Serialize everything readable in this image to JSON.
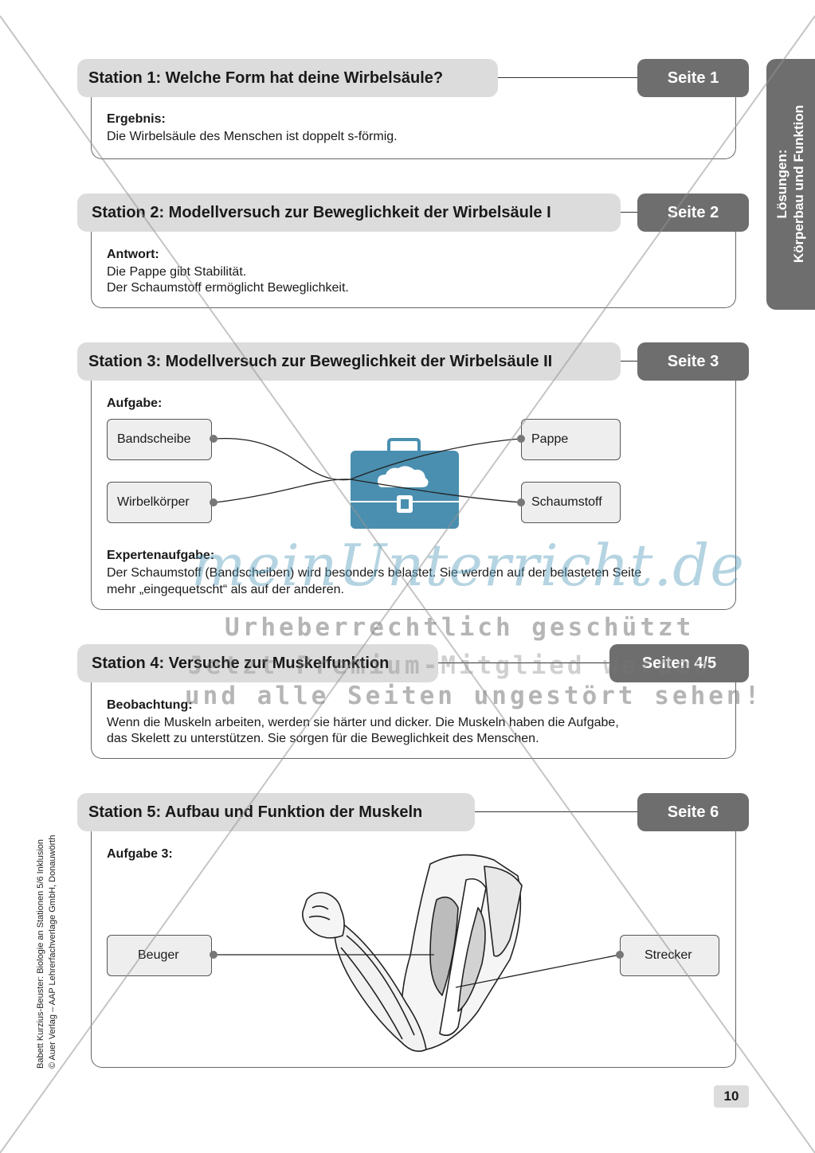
{
  "sidebar_tab": {
    "line1": "Lösungen:",
    "line2": "Körperbau und Funktion"
  },
  "stations": [
    {
      "title": "Station 1: Welche Form hat deine Wirbelsäule?",
      "page": "Seite 1",
      "label": "Ergebnis:",
      "lines": [
        "Die Wirbelsäule des Menschen ist doppelt s-förmig."
      ]
    },
    {
      "title": "Station 2: Modellversuch zur Beweglichkeit der Wirbelsäule I",
      "page": "Seite 2",
      "label": "Antwort:",
      "lines": [
        "Die Pappe gibt Stabilität.",
        "Der Schaumstoff ermöglicht Beweglichkeit."
      ]
    },
    {
      "title": "Station 3: Modellversuch zur Beweglichkeit der Wirbelsäule II",
      "page": "Seite 3",
      "label": "Aufgabe:",
      "left_boxes": [
        "Bandscheibe",
        "Wirbelkörper"
      ],
      "right_boxes": [
        "Pappe",
        "Schaumstoff"
      ],
      "expert_label": "Expertenaufgabe:",
      "expert_lines": [
        "Der Schaumstoff (Bandscheiben) wird besonders belastet. Sie werden auf der belasteten Seite",
        "mehr „eingequetscht“ als auf der anderen."
      ]
    },
    {
      "title": "Station 4: Versuche zur Muskelfunktion",
      "page": "Seiten 4/5",
      "label": "Beobachtung:",
      "lines": [
        "Wenn die Muskeln arbeiten, werden sie härter und dicker. Die Muskeln haben die Aufgabe,",
        "das Skelett zu unterstützen. Sie sorgen für die Beweglichkeit des Menschen."
      ]
    },
    {
      "title": "Station 5: Aufbau und Funktion der Muskeln",
      "page": "Seite 6",
      "label": "Aufgabe 3:",
      "left_box": "Beuger",
      "right_box": "Strecker"
    }
  ],
  "watermark": {
    "logo": "meinUnterricht.de",
    "line1": "Urheberrechtlich geschützt",
    "line2": "Jetzt Premium-Mitglied werden",
    "line3": "und alle Seiten ungestört sehen!"
  },
  "credits": {
    "line1": "Babett Kurzius-Beuster: Biologie an Stationen 5/6 Inklusion",
    "line2": "© Auer Verlag – AAP Lehrerfachverlage GmbH, Donauwörth"
  },
  "page_number": "10",
  "colors": {
    "header_bg": "#dcdcdc",
    "page_tab_bg": "#6e6e6e",
    "watermark_blue": "#5aa0be"
  }
}
